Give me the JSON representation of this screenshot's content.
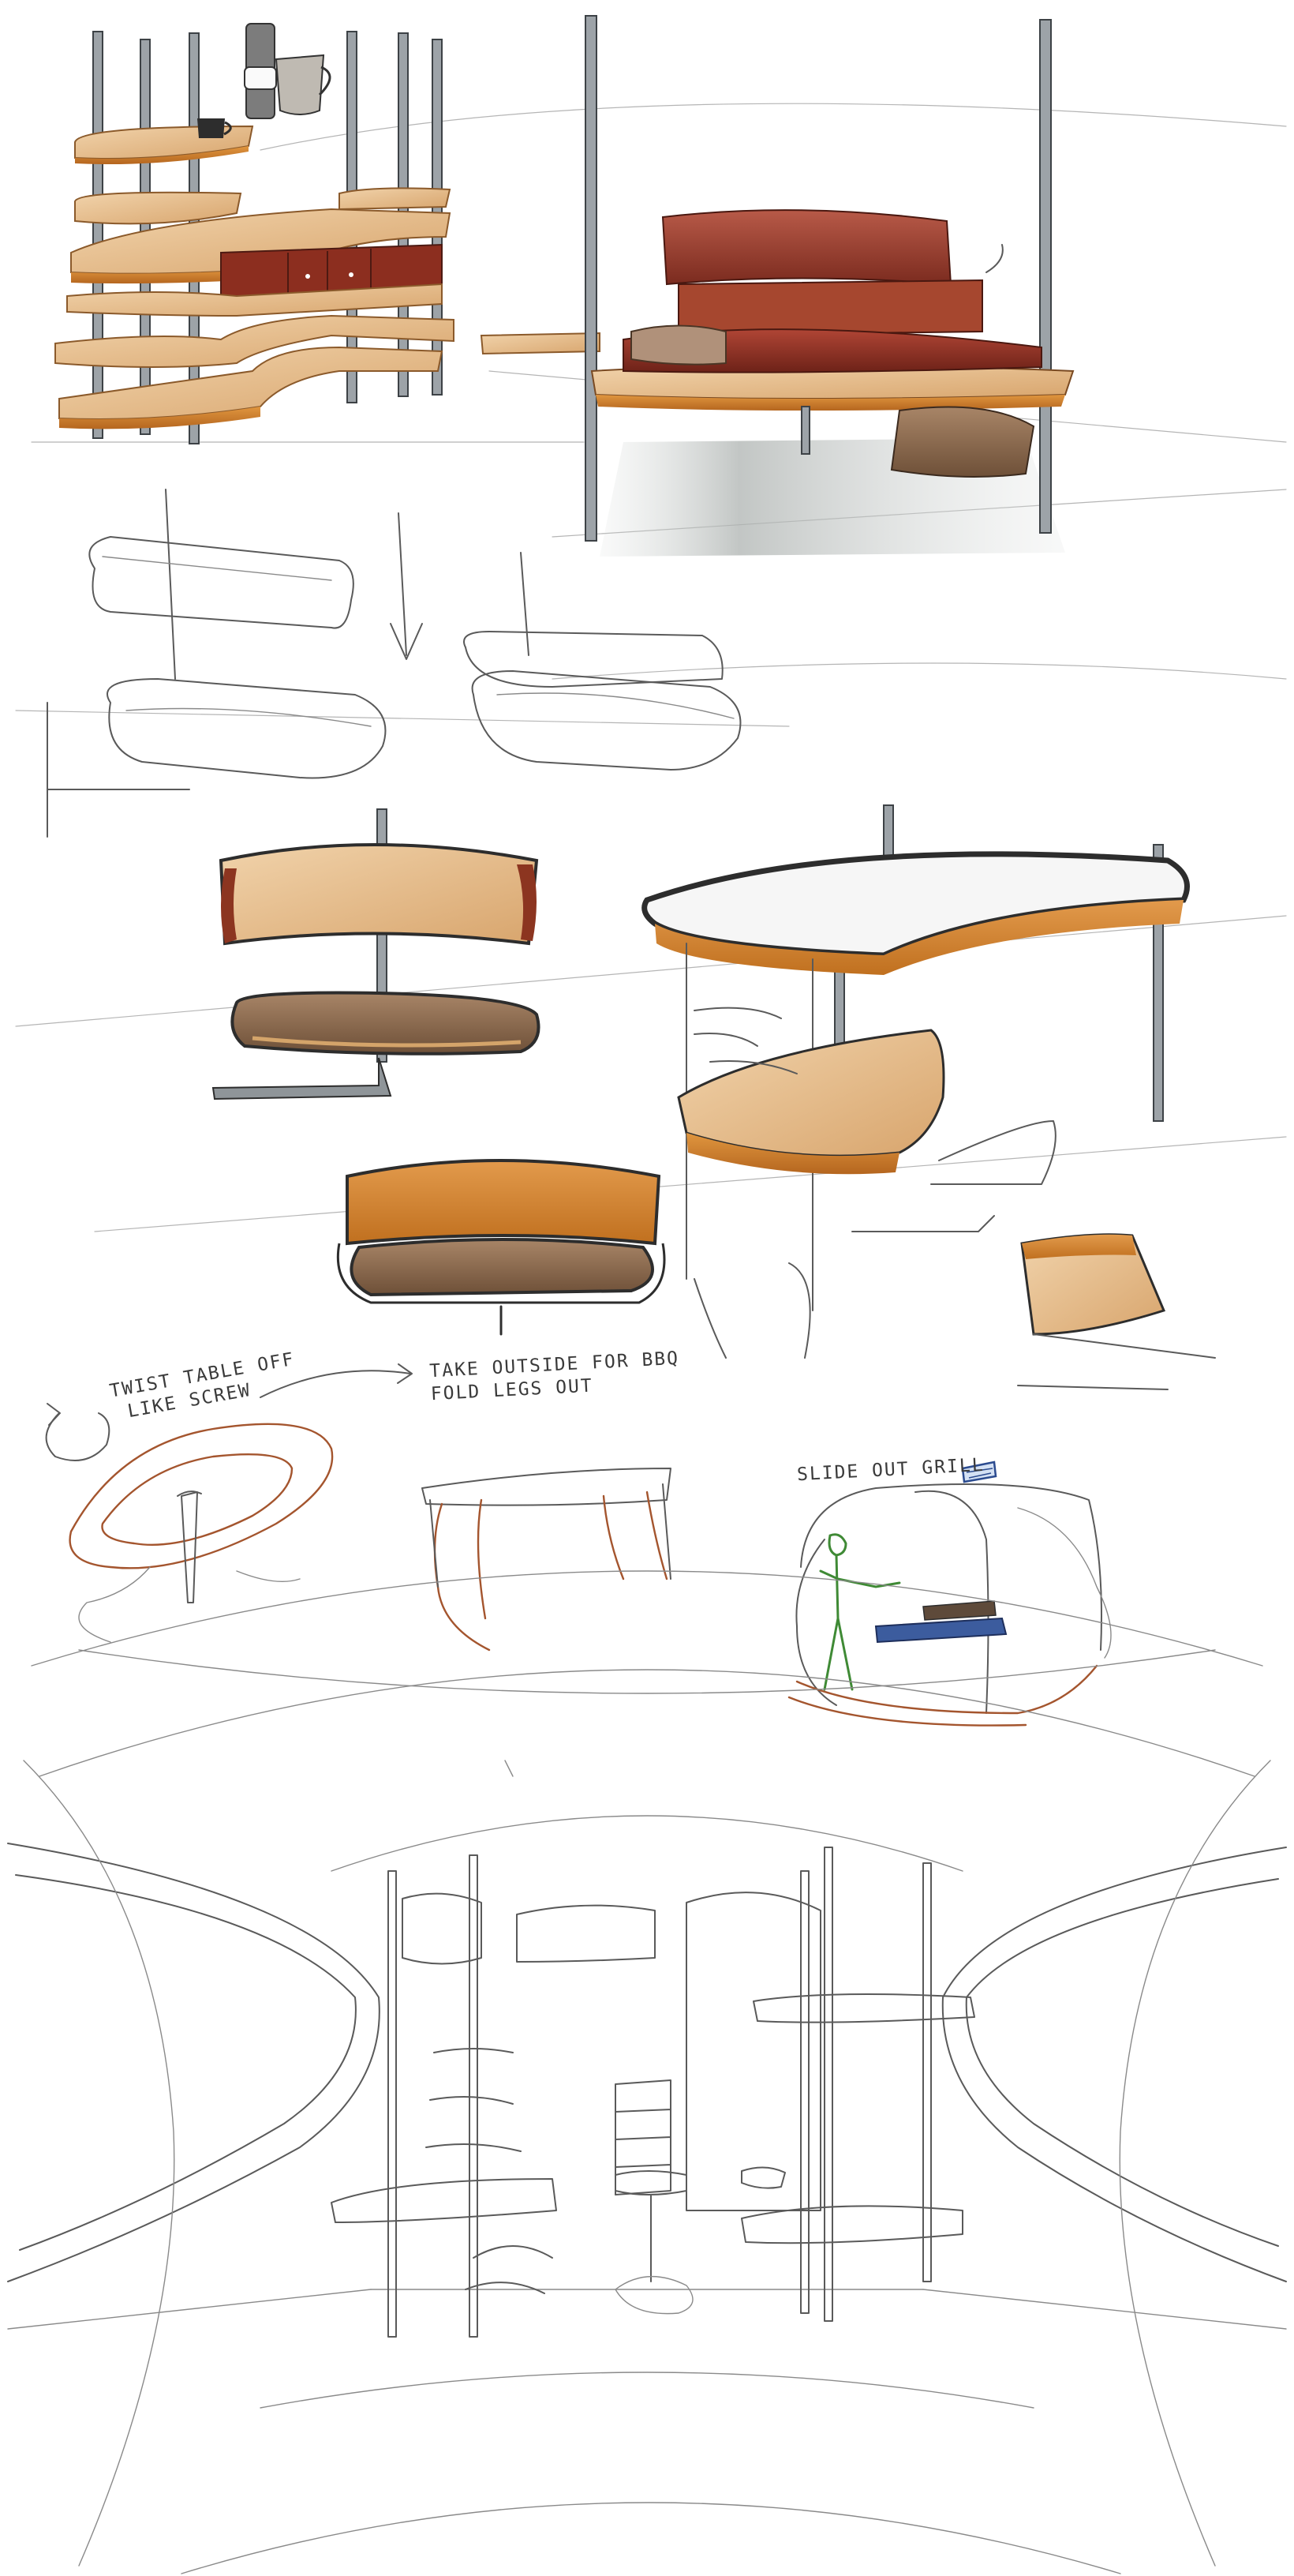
{
  "annotations": {
    "twist_table_line1": "TWIST TABLE OFF",
    "twist_table_line2": "LIKE SCREW",
    "take_outside_line1": "TAKE OUTSIDE FOR BBQ",
    "take_outside_line2": "FOLD  LEGS OUT",
    "slide_out_grill": "SLIDE OUT GRILL"
  },
  "colors": {
    "wood_light": "#e6b98a",
    "wood_mid": "#d49a5e",
    "wood_edge": "#c97a2c",
    "cushion_red": "#8e2f22",
    "cushion_dark": "#6a1f17",
    "backrest_rust": "#a8452c",
    "pole_metal": "#9da3a8",
    "floor_shadow": "#c9cccb",
    "pencil": "#5a5a5a",
    "figure_green": "#3f8a35",
    "grill_blue": "#2b4b8f"
  },
  "icons": [
    "coffee-mug-icon",
    "grill-icon",
    "rotate-arrow-icon",
    "down-arrow-icon"
  ]
}
